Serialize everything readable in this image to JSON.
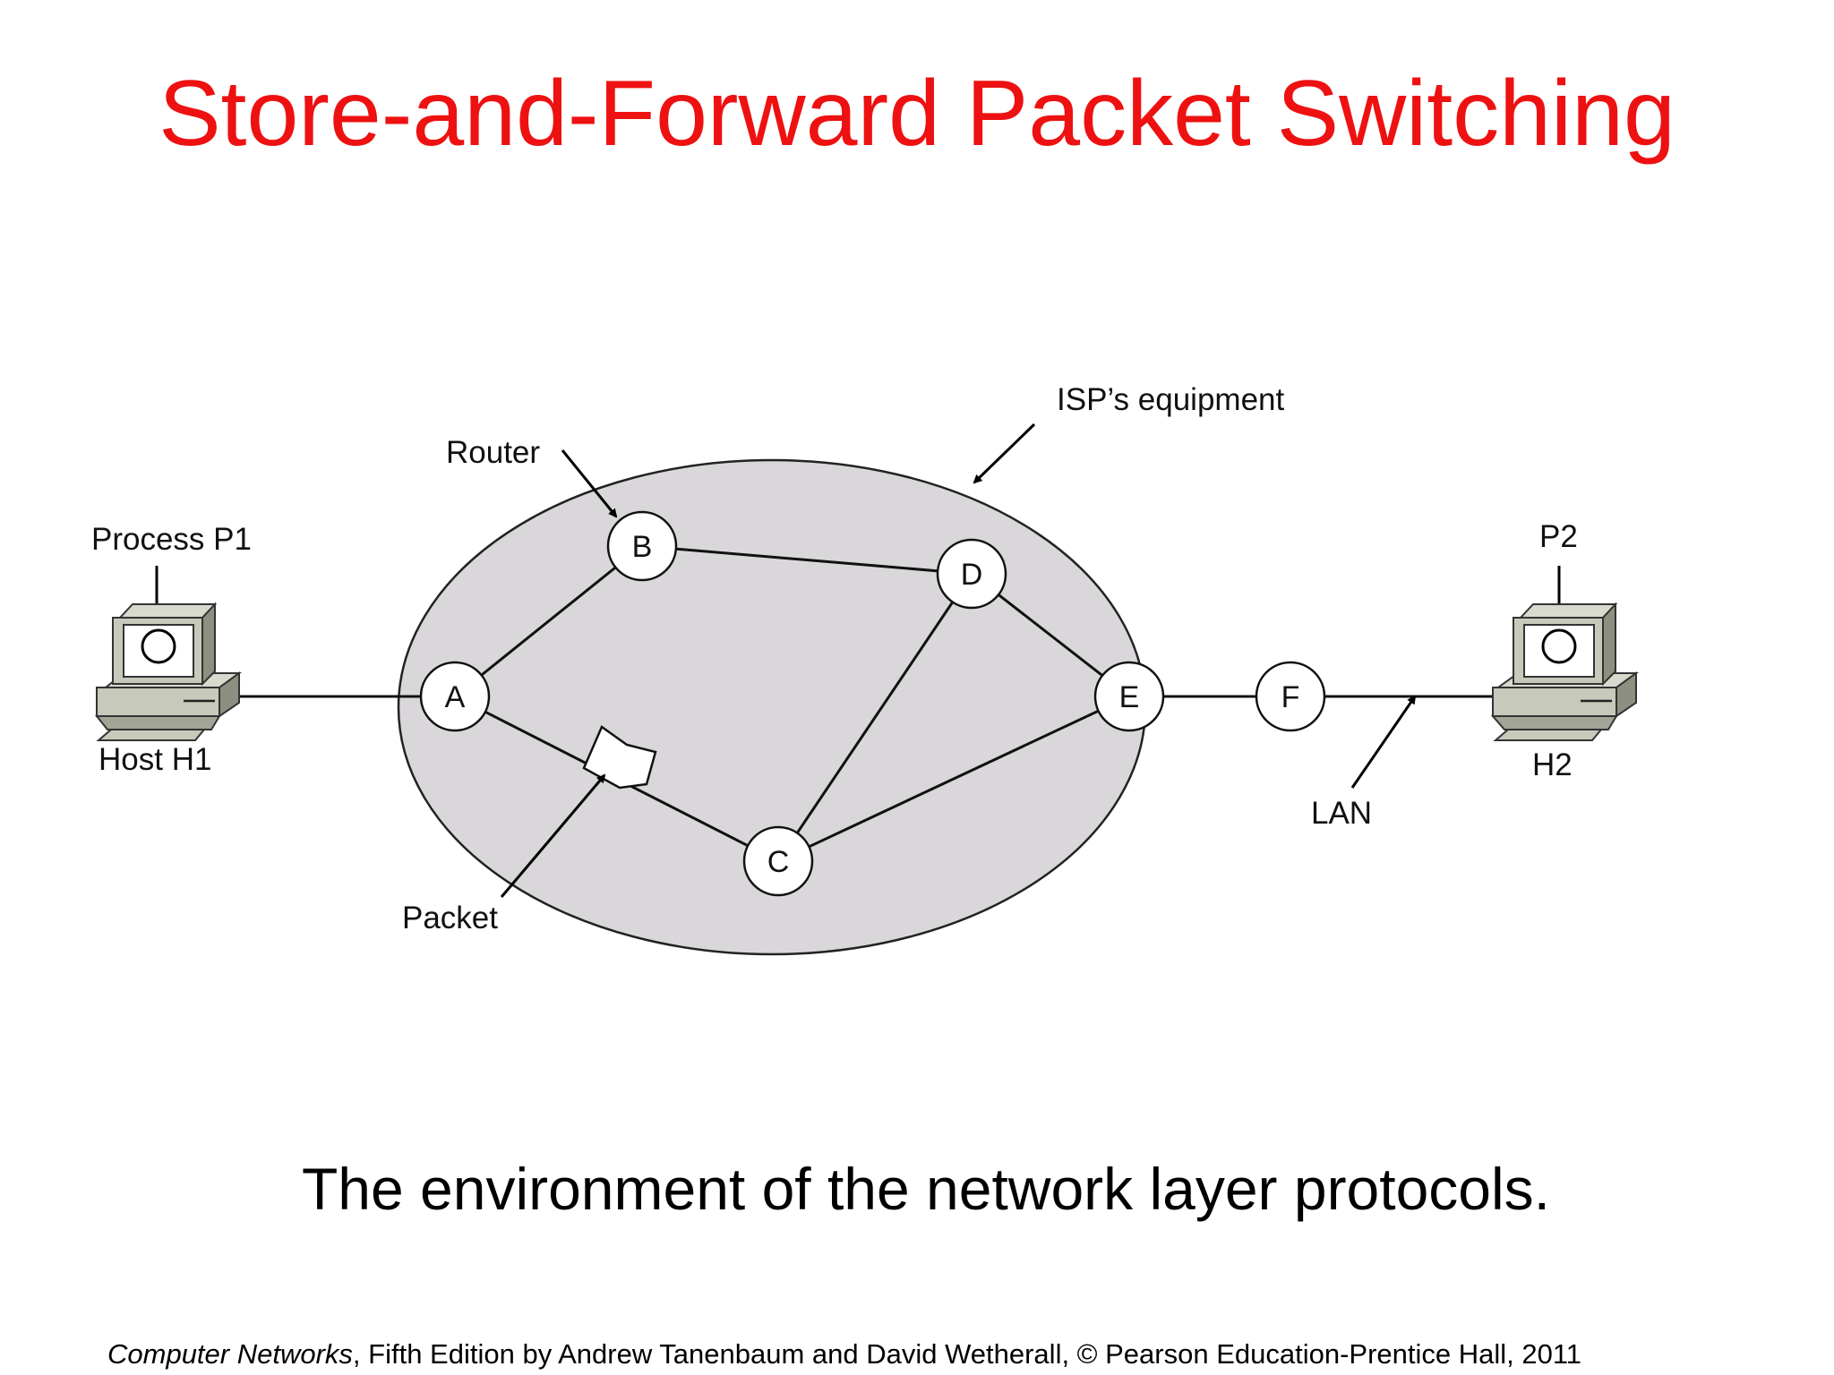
{
  "slide": {
    "title": "Store-and-Forward Packet Switching",
    "caption": "The environment of the network layer protocols.",
    "footer": {
      "book_title": "Computer Networks",
      "rest": ", Fifth Edition by Andrew Tanenbaum and David Wetherall, © Pearson Education-Prentice Hall, 2011"
    }
  },
  "diagram": {
    "labels": {
      "isp": "ISP’s equipment",
      "router": "Router",
      "process_p1": "Process P1",
      "host_h1": "Host H1",
      "p2": "P2",
      "h2": "H2",
      "lan": "LAN",
      "packet": "Packet"
    },
    "nodes": {
      "a": "A",
      "b": "B",
      "c": "C",
      "d": "D",
      "e": "E",
      "f": "F"
    }
  },
  "colors": {
    "title": "#ee1111",
    "isp_fill": "#d9d7d9",
    "node_fill": "#ffffff",
    "computer_body": "#c7c9bb",
    "computer_shadow": "#8d8f80"
  }
}
